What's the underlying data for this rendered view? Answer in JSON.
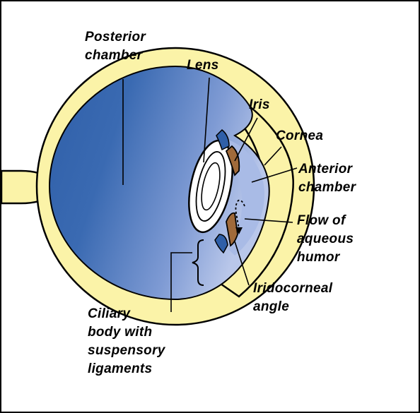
{
  "diagram": {
    "colors": {
      "outline": "#000000",
      "sclera": "#fbf3a8",
      "humor_dark": "#2f5fa8",
      "humor_light": "#b9c7ea",
      "lens": "#ffffff",
      "iris": "#a06a3a",
      "background": "#ffffff"
    },
    "labels": {
      "posterior_line1": "Posterior",
      "posterior_line2": "chamber",
      "lens": "Lens",
      "iris": "Iris",
      "cornea": "Cornea",
      "anterior_line1": "Anterior",
      "anterior_line2": "chamber",
      "flow_line1": "Flow of",
      "flow_line2": "aqueous",
      "flow_line3": "humor",
      "iridocorneal_line1": "Iridocorneal",
      "iridocorneal_line2": "angle",
      "ciliary_line1": "Ciliary",
      "ciliary_line2": "body with",
      "ciliary_line3": "suspensory",
      "ciliary_line4": "ligaments"
    }
  }
}
